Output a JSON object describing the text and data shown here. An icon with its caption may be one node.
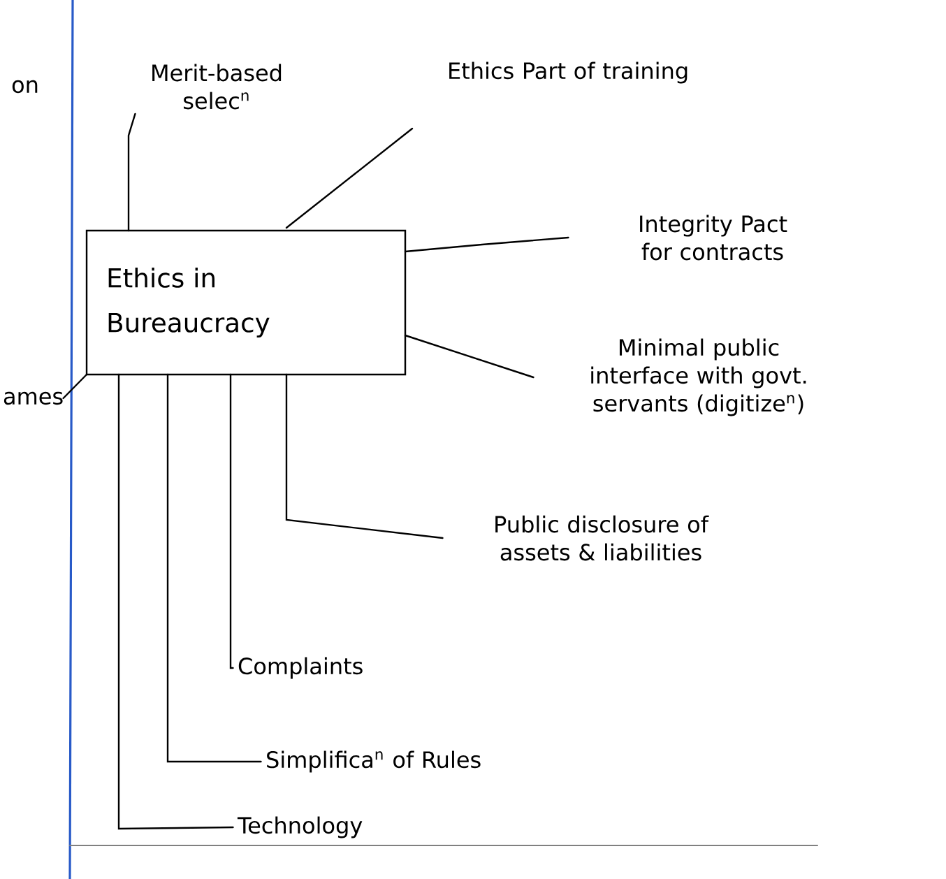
{
  "diagram": {
    "nodes": [
      {
        "text": [
          "Ethics in Bureaucracy"
        ]
      },
      {
        "text": [
          "Merit-based selec$^{n}$"
        ]
      },
      {
        "text": [
          "Ethics Part of training"
        ]
      },
      {
        "text": [
          "Integrity Pact for contracts"
        ]
      },
      {
        "text": [
          "Minimal public interface with govt. servants (digitize$^{n}$)"
        ]
      },
      {
        "text": [
          "Public disclosure of assets & liabilities"
        ]
      },
      {
        "text": [
          "Complaints"
        ]
      },
      {
        "text": [
          "Simplifica$^{n}$ of Rules"
        ]
      },
      {
        "text": [
          "Technology"
        ]
      },
      {
        "text": [
          "ames"
        ]
      }
    ],
    "edges": [
      {
        "from": 0,
        "to": 1,
        "arrow": "none"
      },
      {
        "from": 0,
        "to": 2,
        "arrow": "none"
      },
      {
        "from": 0,
        "to": 3,
        "arrow": "none"
      },
      {
        "from": 0,
        "to": 4,
        "arrow": "none"
      },
      {
        "from": 0,
        "to": 5,
        "arrow": "none"
      },
      {
        "from": 0,
        "to": 6,
        "arrow": "none"
      },
      {
        "from": 0,
        "to": 7,
        "arrow": "none"
      },
      {
        "from": 0,
        "to": 8,
        "arrow": "none"
      },
      {
        "from": 0,
        "to": 9,
        "arrow": "none"
      }
    ],
    "labels": [
      "on"
    ]
  }
}
